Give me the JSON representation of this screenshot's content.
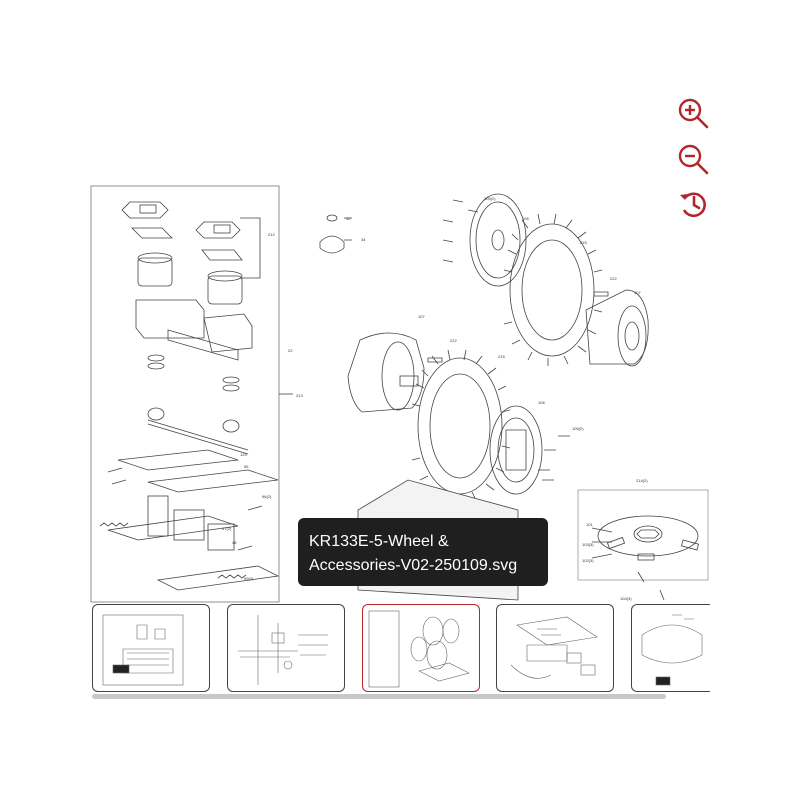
{
  "toolbar": {
    "zoom_in_icon": "zoom-in-icon",
    "zoom_out_icon": "zoom-out-icon",
    "reset_icon": "reset-history-icon",
    "accent_color": "#b3262b"
  },
  "diagram": {
    "labels": [
      "32",
      "34",
      "212",
      "213",
      "22",
      "105(2)",
      "106",
      "215",
      "222",
      "107",
      "107",
      "222",
      "215",
      "106",
      "105(2)",
      "124",
      "65",
      "96(2)",
      "47(2)",
      "48",
      "99(2)",
      "214(2)",
      "101",
      "103(3)",
      "102(3)",
      "104(3)"
    ]
  },
  "tooltip": {
    "text": "KR133E-5-Wheel & Accessories-V02-250109.svg"
  },
  "thumbnails": {
    "selected_index": 2,
    "count": 6
  }
}
